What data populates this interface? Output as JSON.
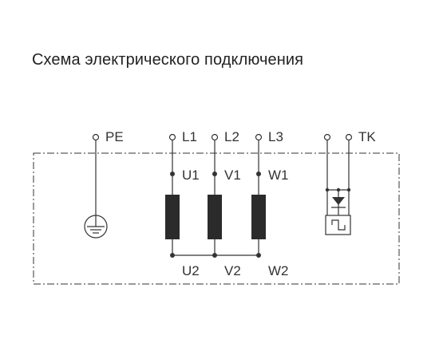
{
  "title": "Схема электрического подключения",
  "terminals": {
    "pe": "PE",
    "l1": "L1",
    "l2": "L2",
    "l3": "L3",
    "tk": "TK"
  },
  "windings": {
    "u1": "U1",
    "v1": "V1",
    "w1": "W1",
    "u2": "U2",
    "v2": "V2",
    "w2": "W2"
  },
  "colors": {
    "line": "#333333",
    "winding": "#2b2b2b",
    "text": "#222222"
  }
}
